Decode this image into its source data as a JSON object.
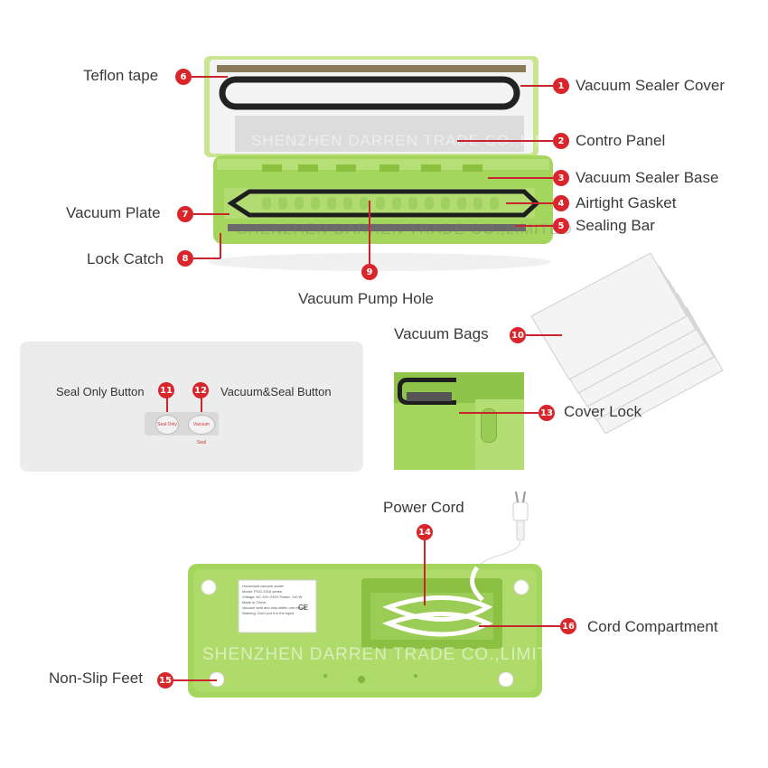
{
  "labels": {
    "teflon_tape": "Teflon tape",
    "vacuum_sealer_cover": "Vacuum Sealer Cover",
    "control_panel": "Contro Panel",
    "vacuum_sealer_base": "Vacuum Sealer Base",
    "airtight_gasket": "Airtight Gasket",
    "sealing_bar": "Sealing Bar",
    "vacuum_plate": "Vacuum Plate",
    "lock_catch": "Lock Catch",
    "vacuum_pump_hole": "Vacuum Pump Hole",
    "vacuum_bags": "Vacuum Bags",
    "seal_only_button": "Seal Only Button",
    "vacuum_seal_button": "Vacuum&Seal Button",
    "cover_lock": "Cover Lock",
    "power_cord": "Power Cord",
    "cord_compartment": "Cord Compartment",
    "non_slip_feet": "Non-Slip Feet"
  },
  "badges": {
    "b1": "1",
    "b2": "2",
    "b3": "3",
    "b4": "4",
    "b5": "5",
    "b6": "6",
    "b7": "7",
    "b8": "8",
    "b9": "9",
    "b10": "10",
    "b11": "11",
    "b12": "12",
    "b13": "13",
    "b14": "14",
    "b15": "15",
    "b16": "16"
  },
  "watermarks": {
    "top": "SHENZHEN DARREN TRADE CO.,LIMITED",
    "bottom": "SHENZHEN DARREN TRADE CO.,LIMITED"
  },
  "button_text": {
    "seal": "Seal Only",
    "vacuum": "Vacuum Seal"
  },
  "label_sticker": {
    "line1": "Household vacuum sealer",
    "line2": "Model: PGG-2016 series",
    "line3": "Voltage: AC 120~240V Power: 110 W",
    "line4": "Made in China",
    "line5": "Vacuum seal and only within one minute",
    "line6": "Warning: Don't put it in the liquid",
    "ce": "CE"
  },
  "colors": {
    "device_green": "#a4d65e",
    "badge_red": "#d8262c"
  }
}
